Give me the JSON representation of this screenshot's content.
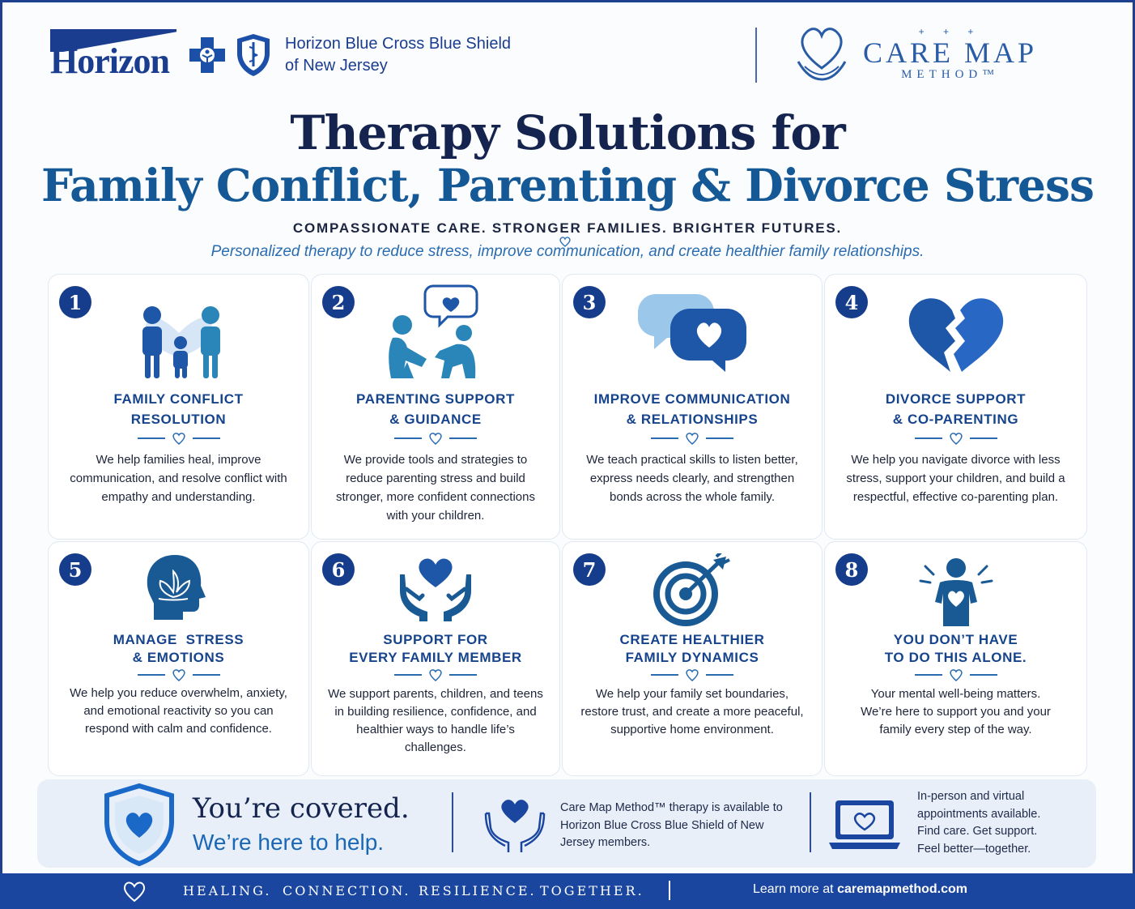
{
  "header": {
    "brand_word": "Horizon",
    "brand_name_line1": "Horizon Blue Cross Blue Shield",
    "brand_name_line2": "of New Jersey",
    "caremap_plus": "+ + +",
    "caremap_title": "CARE MAP",
    "caremap_sub": "METHOD™"
  },
  "title": {
    "line1": "Therapy Solutions for",
    "line2": "Family Conflict, Parenting & Divorce Stress",
    "tagline": "COMPASSIONATE CARE. STRONGER FAMILIES. BRIGHTER FUTURES.",
    "subline": "Personalized therapy to reduce stress, improve communication, and create healthier family relationships."
  },
  "cards": [
    {
      "num": "1",
      "icon": "family-icon",
      "head1": "FAMILY CONFLICT",
      "head2": "RESOLUTION",
      "body": "We help families heal, improve communication, and resolve conflict with empathy and understanding."
    },
    {
      "num": "2",
      "icon": "parent-child-talk-icon",
      "head1": "PARENTING SUPPORT",
      "head2": "& GUIDANCE",
      "body": "We provide tools and strategies to reduce parenting stress and build stronger, more confident connections with your children."
    },
    {
      "num": "3",
      "icon": "chat-bubbles-heart-icon",
      "head1": "IMPROVE COMMUNICATION",
      "head2": "& RELATIONSHIPS",
      "body": "We teach practical skills to listen better, express needs clearly, and strengthen bonds across the whole family."
    },
    {
      "num": "4",
      "icon": "broken-heart-icon",
      "head1": "DIVORCE SUPPORT",
      "head2": "& CO-PARENTING",
      "body": "We help you navigate divorce with less stress, support your children, and build a respectful, effective co-parenting plan."
    },
    {
      "num": "5",
      "icon": "head-lotus-icon",
      "head1": "MANAGE  STRESS",
      "head2": "& EMOTIONS",
      "body": "We help you reduce overwhelm, anxiety, and emotional reactivity so you can respond with calm and confidence."
    },
    {
      "num": "6",
      "icon": "hands-heart-icon",
      "head1": "SUPPORT FOR",
      "head2": "EVERY FAMILY MEMBER",
      "body": "We support parents, children, and teens in building resilience, confidence, and healthier ways to handle life’s challenges."
    },
    {
      "num": "7",
      "icon": "target-arrow-icon",
      "head1": "CREATE HEALTHIER",
      "head2": "FAMILY DYNAMICS",
      "body": "We help your family set boundaries, restore trust, and create a more peaceful, supportive home environment."
    },
    {
      "num": "8",
      "icon": "person-heart-icon",
      "head1": "YOU DON’T HAVE",
      "head2": "TO DO THIS ALONE.",
      "body": "Your mental well-being matters. We’re here to support you and your family every step of the way."
    }
  ],
  "coverage": {
    "line1": "You’re covered.",
    "line2": "We’re here to help.",
    "availability": "Care Map Method™ therapy is available to Horizon Blue Cross Blue Shield of New Jersey members.",
    "appointments": "In-person and virtual appointments available. Find care. Get support. Feel better—together."
  },
  "footer": {
    "words": [
      "HEALING.",
      "CONNECTION.",
      "RESILIENCE.",
      "TOGETHER."
    ],
    "learn_prefix": "Learn more at ",
    "learn_url": "caremapmethod.com"
  },
  "colors": {
    "navy": "#14244f",
    "blue": "#1a46a0",
    "accent": "#2a6cb0"
  }
}
